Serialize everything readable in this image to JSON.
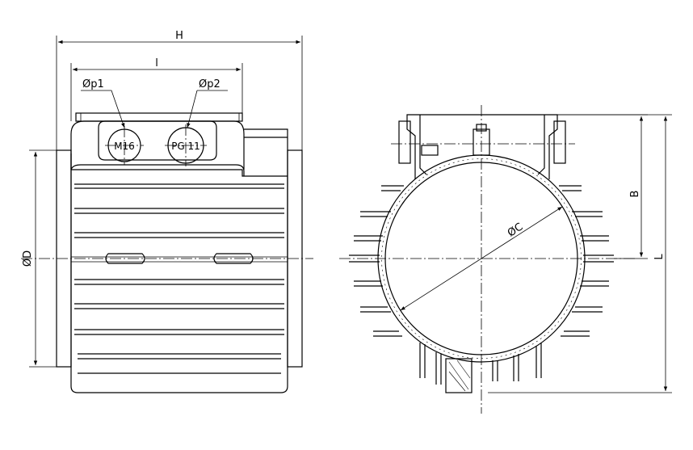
{
  "labels": {
    "dim_h": "H",
    "dim_l_side": "l",
    "dim_p1": "Øp1",
    "dim_p2": "Øp2",
    "gland_left": "M16",
    "gland_right": "PG 11",
    "dim_d": "ØD",
    "dim_c": "ØC",
    "dim_b": "B",
    "dim_l_end": "L"
  },
  "colors": {
    "line": "#000000",
    "background": "#ffffff"
  }
}
